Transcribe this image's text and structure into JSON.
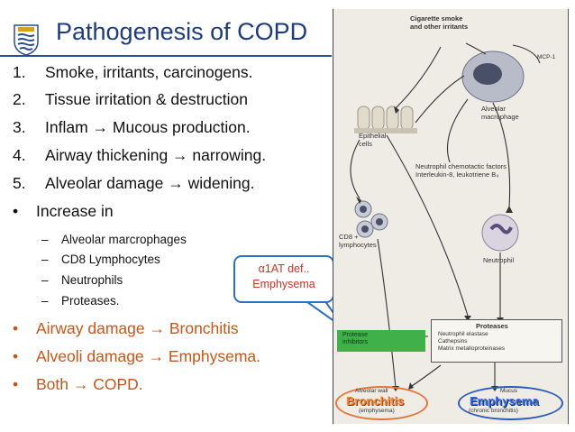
{
  "title": "Pathogenesis of COPD",
  "numbered": [
    {
      "num": "1.",
      "text": "Smoke, irritants, carcinogens."
    },
    {
      "num": "2.",
      "text": "Tissue irritation & destruction"
    },
    {
      "num": "3.",
      "pre": "Inflam ",
      "arrow": "→",
      "post": " Mucous production."
    },
    {
      "num": "4.",
      "pre": "Airway thickening ",
      "arrow": "→",
      "post": " narrowing."
    },
    {
      "num": "5.",
      "pre": "Alveolar damage ",
      "arrow": "→",
      "post": " widening."
    }
  ],
  "increase": {
    "bullet": "•",
    "text": "Increase in"
  },
  "subs": [
    {
      "dash": "–",
      "text": "Alveolar marcrophages"
    },
    {
      "dash": "–",
      "text": "CD8 Lymphocytes"
    },
    {
      "dash": "–",
      "text": "Neutrophils"
    },
    {
      "dash": "–",
      "text": "Proteases."
    }
  ],
  "outcomes": [
    {
      "bullet": "•",
      "pre": "Airway damage ",
      "arrow": "→",
      "post": " Bronchitis"
    },
    {
      "bullet": "•",
      "pre": "Alveoli damage ",
      "arrow": "→",
      "post": " Emphysema."
    },
    {
      "bullet": "•",
      "pre": "Both ",
      "arrow": "→",
      "post": " COPD."
    }
  ],
  "callout": {
    "line1": "α1AT def..",
    "line2": "Emphysema"
  },
  "figure": {
    "smoke": [
      "Cigarette smoke",
      "and other irritants"
    ],
    "mcp": "MCP-1",
    "epithelial": [
      "Epithelial",
      "cells"
    ],
    "macrophage": [
      "Alveolar",
      "macrophage"
    ],
    "chemotactic": [
      "Neutrophil chemotactic factors",
      "Interleukin-8, leukotriene B₄"
    ],
    "cd8": [
      "CD8 +",
      "lymphocytes"
    ],
    "neutrophil": "Neutrophil",
    "inhibitors": [
      "Protease",
      "inhibitors"
    ],
    "proteases": {
      "title": "Proteases",
      "items": [
        "Neutrophil elastase",
        "Cathepsins",
        "Matrix metalloproteinases"
      ]
    },
    "alveolar_wall": "Alveolar wall",
    "bronchitis_label": "Bronchitis",
    "emphysema_paren": "(emphysema)",
    "mucus": "Mucus",
    "emphysema_label": "Emphysema",
    "bronchitis_paren": "(chronic bronchitis)"
  },
  "colors": {
    "title": "#1f3b7a",
    "orange_text": "#c0581c",
    "callout_border": "#2d6fc0",
    "callout_text": "#c6332e"
  }
}
